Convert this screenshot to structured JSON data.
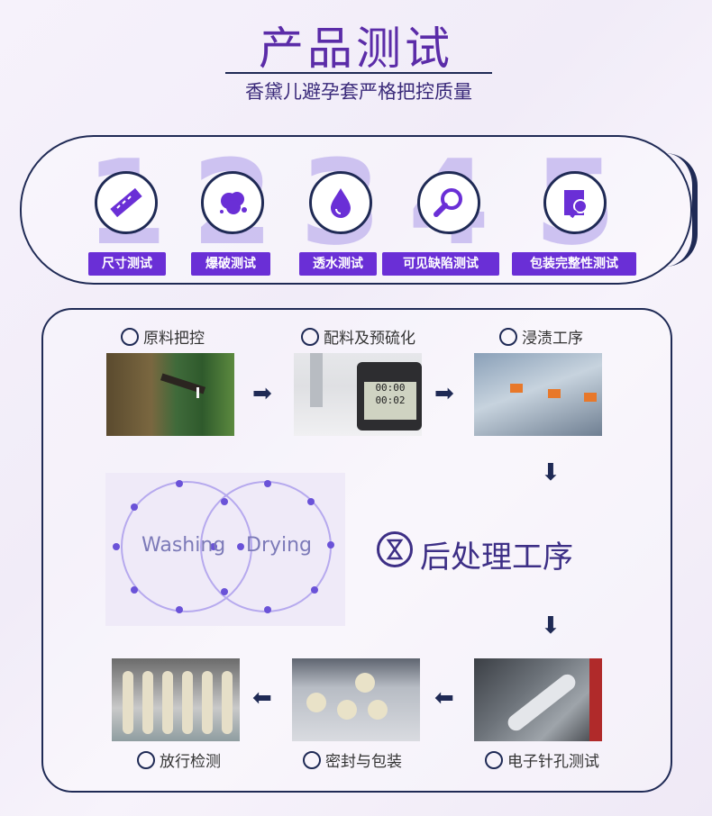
{
  "header": {
    "title": "产品测试",
    "subtitle": "香黛儿避孕套严格把控质量"
  },
  "tests": [
    {
      "number": "1",
      "label": "尺寸测试",
      "icon": "ruler-icon"
    },
    {
      "number": "2",
      "label": "爆破测试",
      "icon": "burst-icon"
    },
    {
      "number": "3",
      "label": "透水测试",
      "icon": "water-drop-icon"
    },
    {
      "number": "4",
      "label": "可见缺陷测试",
      "icon": "magnifier-icon"
    },
    {
      "number": "5",
      "label": "包装完整性测试",
      "icon": "package-icon"
    }
  ],
  "process": {
    "step1": "原料把控",
    "step2": "配料及预硫化",
    "step3": "浸渍工序",
    "washing": "Washing",
    "drying": "Drying",
    "post": "后处理工序",
    "step5": "电子针孔测试",
    "step6": "密封与包装",
    "step7": "放行检测"
  },
  "timer": {
    "line1": "00:00",
    "line2": "00:02"
  },
  "colors": {
    "accent": "#6a2fd6",
    "navy": "#1f2a55",
    "title": "#5b2ca8"
  }
}
